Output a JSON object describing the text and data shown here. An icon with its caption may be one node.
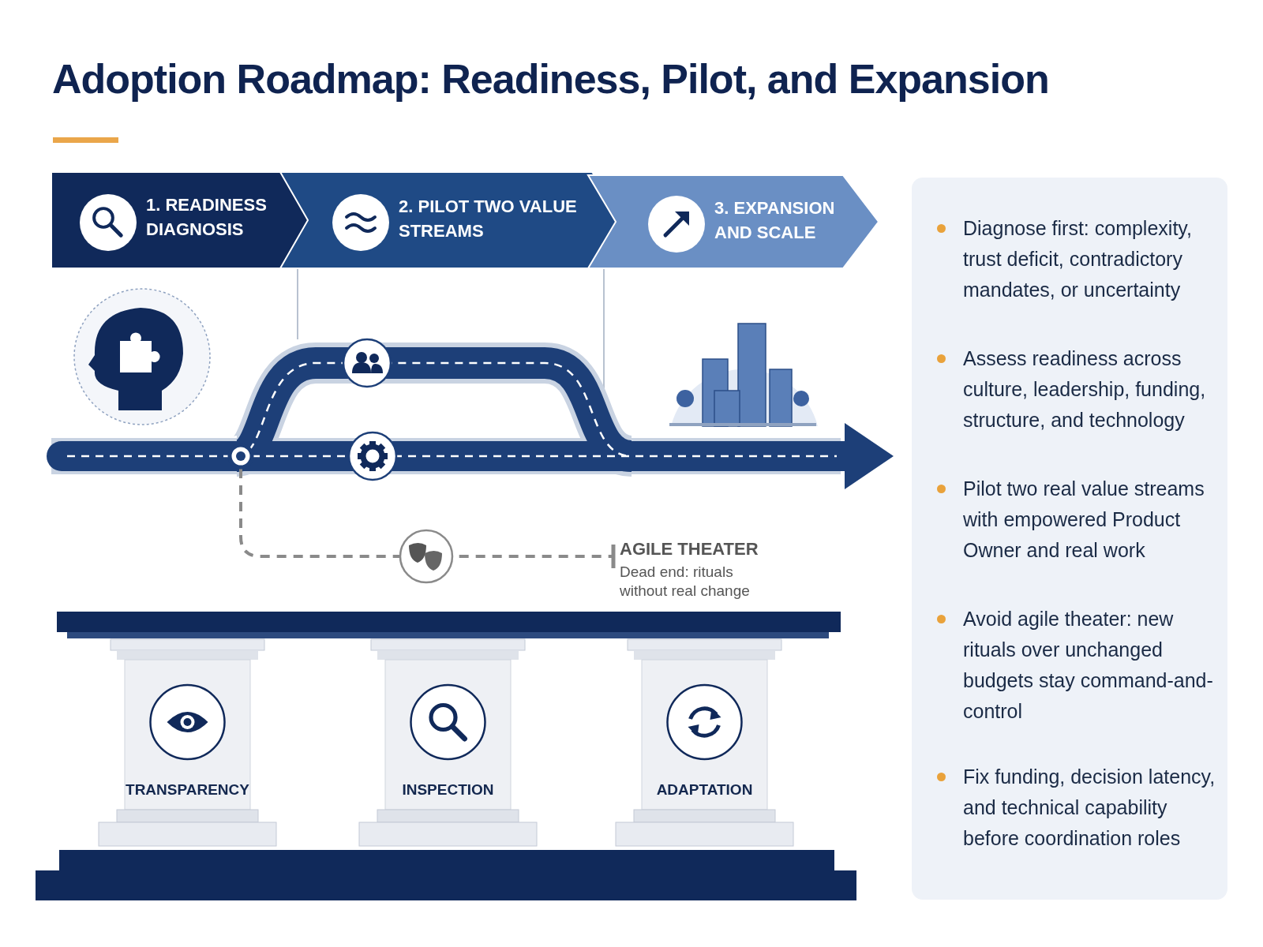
{
  "diagram": {
    "title": "Adoption Roadmap: Readiness, Pilot, and Expansion",
    "nodes": [
      {
        "text": [
          "1. READINESS DIAGNOSIS"
        ]
      },
      {
        "text": [
          "2. PILOT TWO VALUE STREAMS"
        ]
      },
      {
        "text": [
          "3. EXPANSION AND SCALE"
        ]
      },
      {
        "text": [],
        "shape": "circle"
      },
      {
        "text": [
          "AGILE THEATER",
          "Dead end: rituals without real change"
        ]
      },
      {
        "text": [
          "TRANSPARENCY"
        ]
      },
      {
        "text": [
          "INSPECTION"
        ]
      },
      {
        "text": [
          "ADAPTATION"
        ]
      },
      {
        "text": [
          "Diagnose first: complexity, trust deficit, contradictory mandates, or uncertainty",
          "Assess readiness across culture, leadership, funding, structure, and technology",
          "Pilot two real value streams with empowered Product Owner and real work",
          "Avoid agile theater: new rituals over unchanged budgets stay command-and-control",
          "Fix funding, decision latency, and technical capability before coordination roles"
        ]
      }
    ],
    "edges": [
      {
        "from": 3,
        "to": 4,
        "arrow": "other",
        "style": "dashed"
      }
    ]
  }
}
